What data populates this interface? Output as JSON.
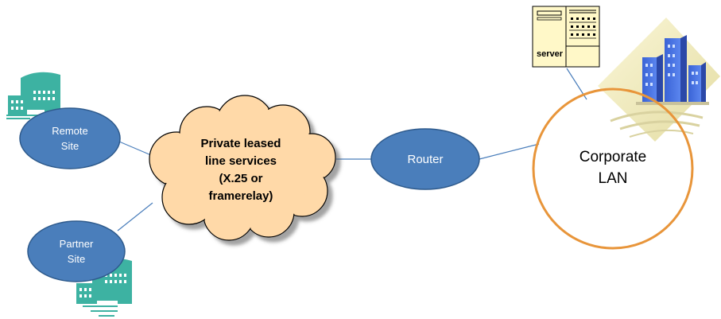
{
  "diagram": {
    "nodes": {
      "remote_site": {
        "label": "Remote\nSite"
      },
      "partner_site": {
        "label": "Partner\nSite"
      },
      "cloud": {
        "label": "Private leased\nline services\n(X.25 or\nframerelay)"
      },
      "router": {
        "label": "Router"
      },
      "corporate_lan": {
        "label": "Corporate\nLAN"
      },
      "server": {
        "label": "server"
      }
    },
    "icons": [
      "building-icon",
      "building-icon",
      "office-buildings-icon",
      "server-rack-icon"
    ],
    "colors": {
      "node_fill": "#4A7EBB",
      "node_stroke": "#2E5A8C",
      "cloud_fill": "#FFD9A8",
      "lan_stroke": "#E8953A",
      "building_teal": "#3DB2A2",
      "server_fill": "#FFF8C8",
      "link": "#4A7EBB"
    }
  }
}
